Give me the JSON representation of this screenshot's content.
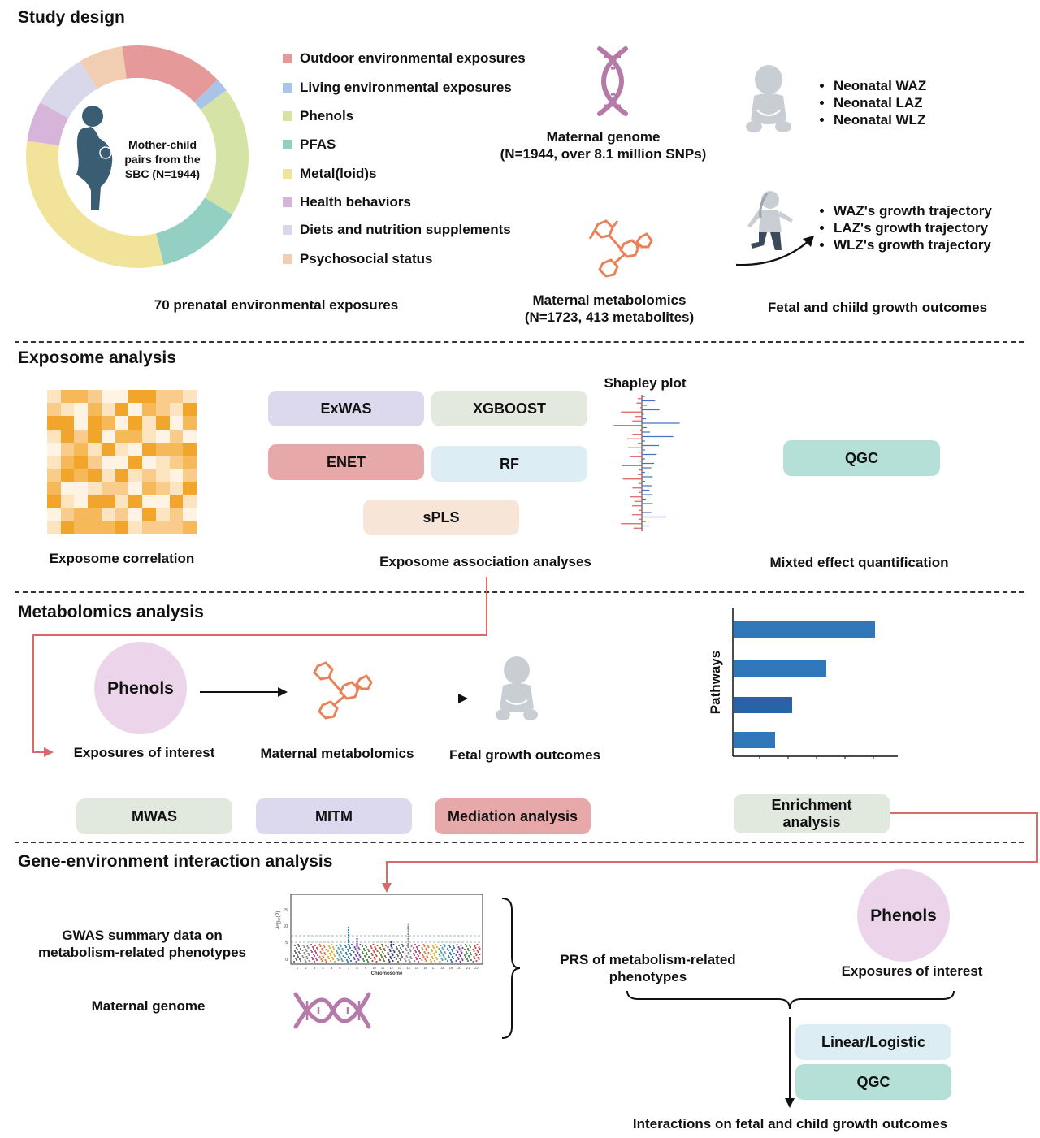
{
  "study_design": {
    "title": "Study design",
    "center_text": [
      "Mother-child",
      "pairs from the",
      "SBC (N=1944)"
    ],
    "legend": [
      {
        "label": "Outdoor environmental exposures",
        "color": "#e59a99"
      },
      {
        "label": "Living environmental exposures",
        "color": "#a9c4e6"
      },
      {
        "label": "Phenols",
        "color": "#d5e3a6"
      },
      {
        "label": "PFAS",
        "color": "#93cfc2"
      },
      {
        "label": "Metal(loid)s",
        "color": "#f1e49a"
      },
      {
        "label": "Health behaviors",
        "color": "#d7b4d9"
      },
      {
        "label": "Diets and nutrition supplements",
        "color": "#d8d8ea"
      },
      {
        "label": "Psychosocial status",
        "color": "#f1cdb1"
      }
    ],
    "exposures_caption": "70 prenatal environmental exposures",
    "genome_title": "Maternal genome",
    "genome_sub": "(N=1944, over 8.1 million SNPs)",
    "metabolomics_title": "Maternal metabolomics",
    "metabolomics_sub": "(N=1723, 413 metabolites)",
    "neonatal": [
      "Neonatal WAZ",
      "Neonatal LAZ",
      "Neonatal WLZ"
    ],
    "trajectory": [
      "WAZ's growth trajectory",
      "LAZ's growth trajectory",
      "WLZ's growth trajectory"
    ],
    "outcomes_caption": "Fetal and chiild growth outcomes"
  },
  "exposome": {
    "title": "Exposome analysis",
    "correlation_caption": "Exposome correlation",
    "methods": {
      "exwas": "ExWAS",
      "xgboost": "XGBOOST",
      "enet": "ENET",
      "rf": "RF",
      "spls": "sPLS"
    },
    "association_caption": "Exposome association analyses",
    "shapley_title": "Shapley plot",
    "qgc": "QGC",
    "mixed_caption": "Mixted effect quantification"
  },
  "metabolomics": {
    "title": "Metabolomics analysis",
    "phenols": "Phenols",
    "exposures_of_interest": "Exposures of interest",
    "maternal_metabolomics": "Maternal metabolomics",
    "fetal_outcomes": "Fetal growth outcomes",
    "pathways_label": "Pathways",
    "mwas": "MWAS",
    "mitm": "MITM",
    "mediation": "Mediation analysis",
    "enrichment": "Enrichment analysis"
  },
  "gxe": {
    "title": "Gene-environment interaction analysis",
    "gwas_label": "GWAS summary data on metabolism-related phenotypes",
    "genome_label": "Maternal genome",
    "manhattan_xlabel": "Chromosome",
    "prs_label": "PRS of metabolism-related phenotypes",
    "phenols": "Phenols",
    "exposures_of_interest": "Exposures of interest",
    "linear": "Linear/Logistic",
    "qgc": "QGC",
    "interactions_caption": "Interactions on fetal and child growth outcomes"
  },
  "colors": {
    "arrow_red": "#d9696a",
    "bar_blue": "#2f77b8",
    "heat_dark": "#f2a52b",
    "phenols_circle": "#ecd5ea",
    "dna_purple": "#b57aa8",
    "molecule_orange": "#e8825a",
    "baby_gray": "#c9ced4"
  }
}
